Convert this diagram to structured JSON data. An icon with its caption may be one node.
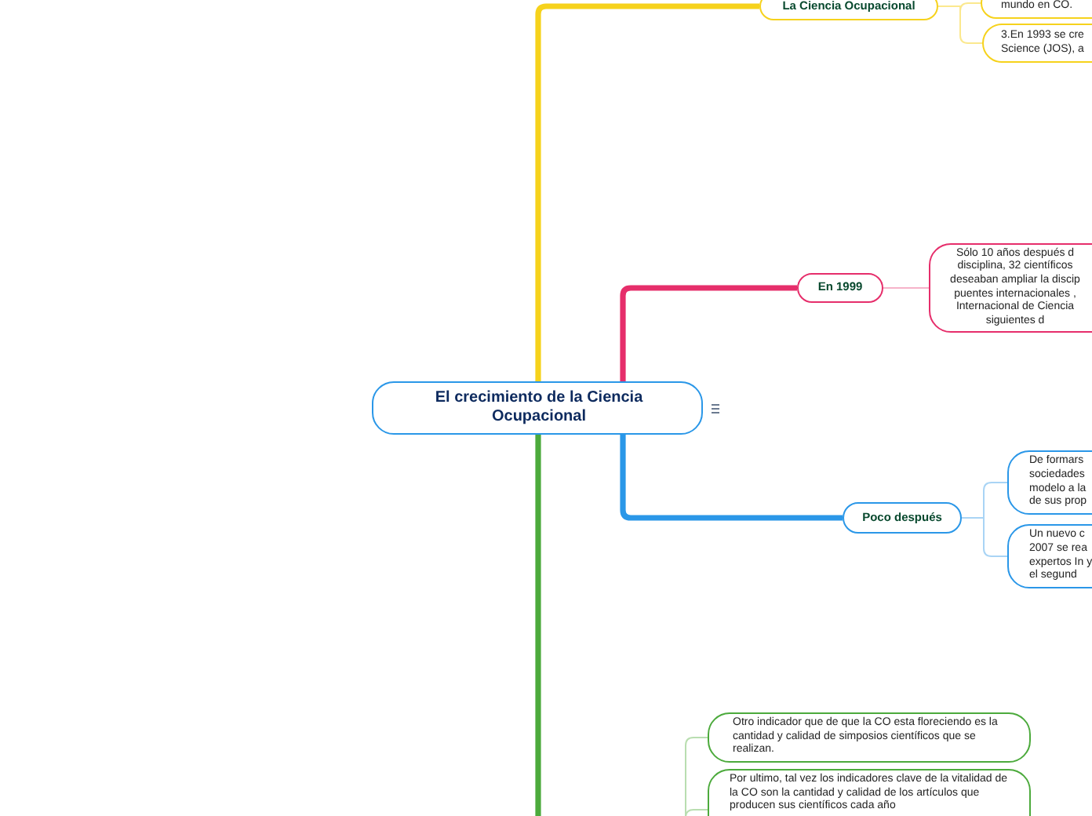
{
  "diagram": {
    "nodes": [
      {
        "text": [
          "El crecimiento de la Ciencia Ocupacional"
        ]
      },
      {
        "text": [
          "La Ciencia Ocupacional"
        ]
      },
      {
        "text": [
          "mundo en CO."
        ]
      },
      {
        "text": [
          "3.En 1993 se cre Science (JOS), a"
        ]
      },
      {
        "text": [
          "En 1999"
        ]
      },
      {
        "text": [
          "Sólo 10 años después d disciplina, 32 científicos deseaban ampliar la discip puentes internacionales , Internacional de Ciencia siguientes d"
        ]
      },
      {
        "text": [
          "Poco después"
        ]
      },
      {
        "text": [
          "De formars sociedades modelo a la de sus prop"
        ]
      },
      {
        "text": [
          "Un nuevo c 2007 se rea expertos In y el segund"
        ]
      },
      {
        "text": [
          "Otro indicador que de que la CO esta floreciendo es la cantidad y calidad de simposios científicos que se realizan."
        ]
      },
      {
        "text": [
          "Por ultimo, tal vez los indicadores clave de la vitalidad de la CO son la cantidad y calidad de los artículos que producen sus científicos cada año"
        ]
      }
    ],
    "edges": [
      {
        "from": 0,
        "to": 1,
        "arrow": "none",
        "style": "thick",
        "color": "#f6d21c"
      },
      {
        "from": 1,
        "to": 2,
        "arrow": "none",
        "color": "#fbe88e"
      },
      {
        "from": 1,
        "to": 3,
        "arrow": "none",
        "color": "#fbe88e"
      },
      {
        "from": 0,
        "to": 4,
        "arrow": "none",
        "style": "thick",
        "color": "#e62e6b"
      },
      {
        "from": 4,
        "to": 5,
        "arrow": "none",
        "color": "#f6b3c9"
      },
      {
        "from": 0,
        "to": 6,
        "arrow": "none",
        "style": "thick",
        "color": "#2a97e8"
      },
      {
        "from": 6,
        "to": 7,
        "arrow": "none",
        "color": "#a9d4f5"
      },
      {
        "from": 6,
        "to": 8,
        "arrow": "none",
        "color": "#a9d4f5"
      },
      {
        "from": 0,
        "to": null,
        "arrow": "none",
        "style": "thick",
        "color": "#4caa3c"
      },
      {
        "from": null,
        "to": 9,
        "arrow": "none",
        "color": "#b9deb0"
      },
      {
        "from": null,
        "to": 10,
        "arrow": "none",
        "color": "#b9deb0"
      }
    ]
  }
}
